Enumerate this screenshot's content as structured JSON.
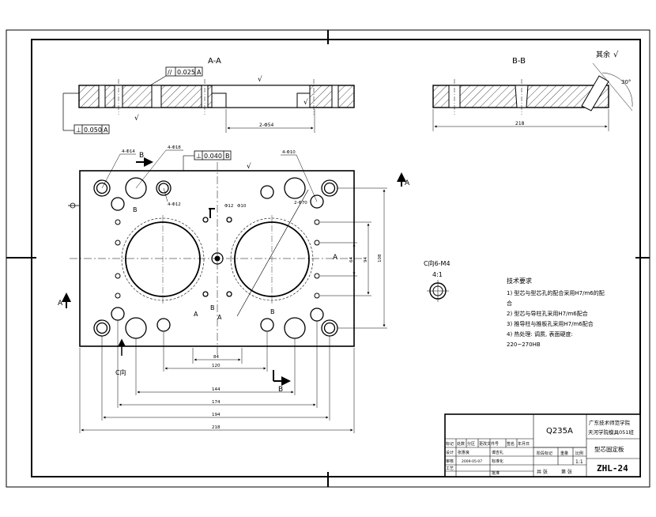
{
  "views": {
    "section_aa": "A-A",
    "section_bb": "B-B",
    "detail_c": "C向6-M4",
    "detail_scale": "4:1",
    "rest_label": "其余"
  },
  "tolerances": {
    "parallel": "0.025",
    "perpendicular_bottom": "0.050",
    "perpendicular_top": "0.040",
    "datum_a": "A",
    "datum_b": "B"
  },
  "section_markers": {
    "a": "A",
    "b": "B",
    "c_direction": "C向"
  },
  "callouts": {
    "holes_4_14": "4-Φ14",
    "holes_4_18": "4-Φ18",
    "holes_4_12": "4-Φ12",
    "holes_4_10": "4-Φ10",
    "dia_12": "Φ12",
    "dia_10": "Φ10",
    "bore": "2-Φ70"
  },
  "dimensions": {
    "bottom": [
      "84",
      "120",
      "144",
      "174",
      "194",
      "218"
    ],
    "right": [
      "64",
      "94",
      "108"
    ],
    "section_aa": "2-Φ54",
    "section_bb": "218",
    "angle": "30°"
  },
  "tech_requirements": {
    "title": "技术要求",
    "items": [
      "1) 型芯与型芯孔的配合采用H7/m6的配",
      "合",
      "2) 型芯与导柱孔采用H7/m6配合",
      "3) 推导柱与推板孔采用H7/m6配合",
      "4) 热处理: 调质, 表面硬度:",
      "220~270HB"
    ]
  },
  "title_block": {
    "material": "Q235A",
    "school_line1": "广东技术师范学院",
    "school_line2": "天河学院模具051班",
    "part_name": "型芯固定板",
    "drawing_no": "ZHL-24",
    "scale_label": "比例",
    "scale_value": "1:1",
    "stage_mark": "阶段标记",
    "weight_label": "重量",
    "sheets_total": "共 张",
    "sheet_no": "第 张",
    "header_cells": [
      "标记",
      "处数",
      "分区",
      "更改文件号",
      "签名",
      "年月日"
    ],
    "row_design": "设计",
    "row_std": "标准化",
    "row_review": "审核",
    "row_process": "工艺",
    "row_approve": "批准",
    "designer": "张惠良",
    "design_date": "2009-05-07",
    "std_person": "谭吉礼"
  }
}
